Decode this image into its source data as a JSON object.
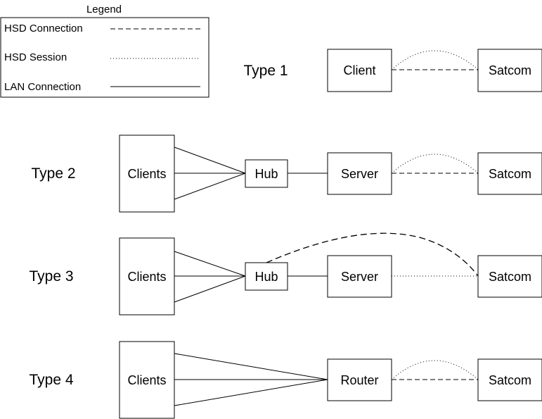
{
  "legend": {
    "title": "Legend",
    "items": [
      {
        "label": "HSD Connection",
        "style": "dashed"
      },
      {
        "label": "HSD Session",
        "style": "dotted"
      },
      {
        "label": "LAN Connection",
        "style": "solid"
      }
    ]
  },
  "types": [
    {
      "label": "Type 1",
      "nodes": [
        "Client",
        "Satcom"
      ]
    },
    {
      "label": "Type 2",
      "nodes": [
        "Clients",
        "Hub",
        "Server",
        "Satcom"
      ]
    },
    {
      "label": "Type 3",
      "nodes": [
        "Clients",
        "Hub",
        "Server",
        "Satcom"
      ]
    },
    {
      "label": "Type 4",
      "nodes": [
        "Clients",
        "Router",
        "Satcom"
      ]
    }
  ]
}
